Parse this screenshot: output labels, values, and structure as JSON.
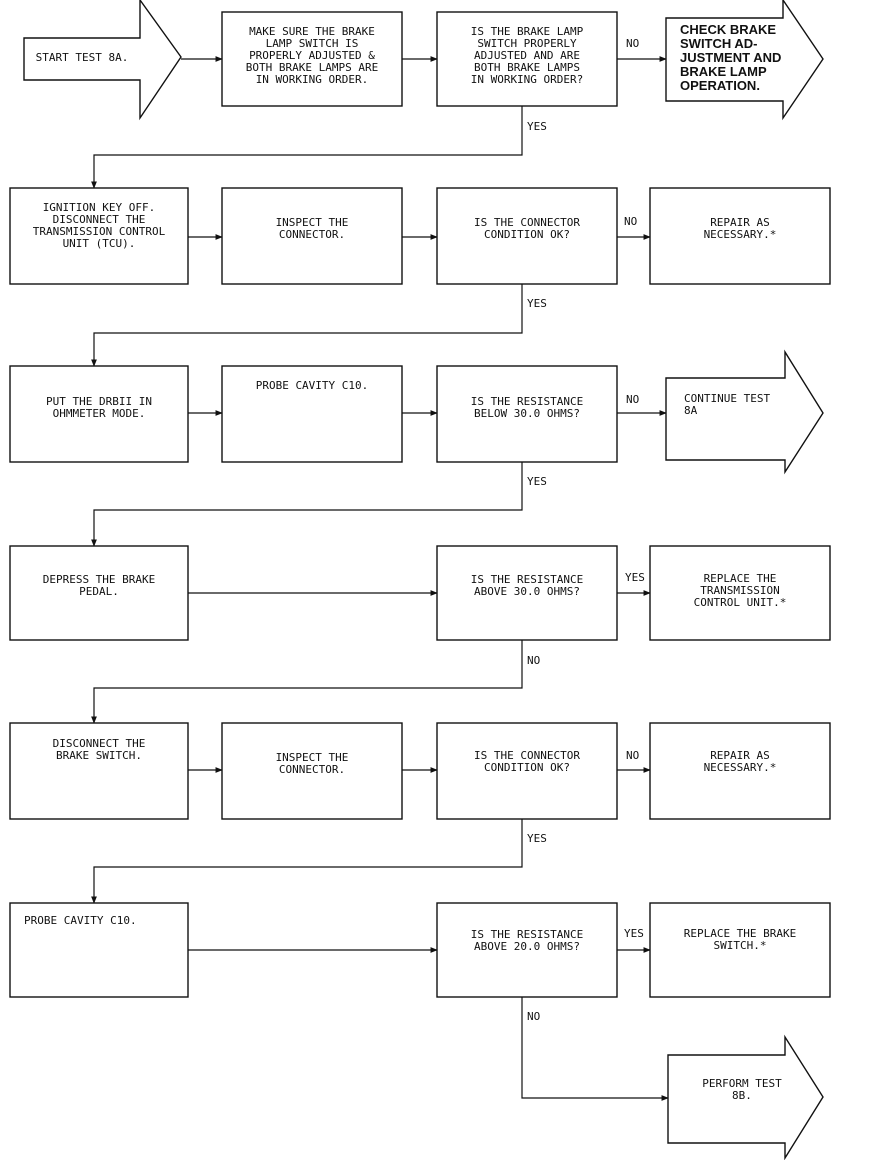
{
  "nodes": {
    "start_8a": "START TEST 8A.",
    "make_sure": "MAKE SURE THE BRAKE\nLAMP SWITCH IS\nPROPERLY ADJUSTED &\nBOTH BRAKE LAMPS ARE\nIN WORKING ORDER.",
    "q_switch_ok": "IS THE BRAKE LAMP\nSWITCH PROPERLY\nADJUSTED AND ARE\nBOTH BRAKE LAMPS\nIN WORKING ORDER?",
    "check_brake": "CHECK BRAKE\nSWITCH AD-\nJUSTMENT AND\nBRAKE LAMP\nOPERATION.",
    "ignition_off": "IGNITION KEY OFF.\nDISCONNECT THE\nTRANSMISSION CONTROL\nUNIT (TCU).",
    "inspect_1": "INSPECT THE\nCONNECTOR.",
    "q_conn_1": "IS THE CONNECTOR\nCONDITION OK?",
    "repair_1": "REPAIR AS\nNECESSARY.*",
    "put_drb": "PUT THE DRBII IN\nOHMMETER MODE.",
    "probe_1": "PROBE CAVITY C10.",
    "q_below_30": "IS THE RESISTANCE\nBELOW 30.0 OHMS?",
    "continue_8a": "CONTINUE TEST\n8A",
    "depress": "DEPRESS THE BRAKE\nPEDAL.",
    "q_above_30": "IS THE RESISTANCE\nABOVE 30.0 OHMS?",
    "replace_tcu": "REPLACE THE\nTRANSMISSION\nCONTROL UNIT.*",
    "disconnect_sw": "DISCONNECT THE\nBRAKE SWITCH.",
    "inspect_2": "INSPECT THE\nCONNECTOR.",
    "q_conn_2": "IS THE CONNECTOR\nCONDITION OK?",
    "repair_2": "REPAIR AS\nNECESSARY.*",
    "probe_2": "PROBE CAVITY C10.",
    "q_above_20": "IS THE RESISTANCE\nABOVE 20.0 OHMS?",
    "replace_sw": "REPLACE THE BRAKE\nSWITCH.*",
    "perform_8b": "PERFORM TEST\n8B."
  },
  "edge_labels": {
    "no_1": "NO",
    "yes_1": "YES",
    "no_2": "NO",
    "yes_2": "YES",
    "no_3": "NO",
    "yes_3": "YES",
    "yes_4": "YES",
    "no_4": "NO",
    "no_5": "NO",
    "yes_5": "YES",
    "yes_6": "YES",
    "no_6": "NO"
  }
}
